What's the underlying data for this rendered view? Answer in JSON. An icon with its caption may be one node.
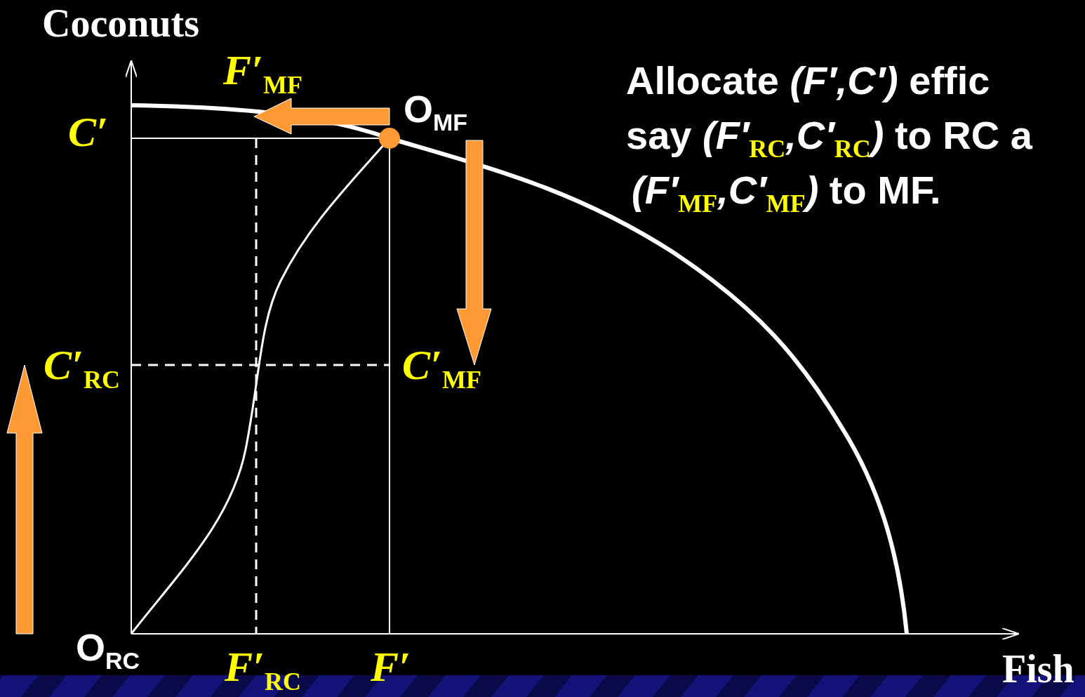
{
  "diagram": {
    "labels": [
      "Coconuts",
      "*F′*$_{MF}$",
      "O$_{MF}$",
      "Allocate *(F′,C′)*  effic",
      "say *(F′*$_{RC}$*,C′*$_{RC}$*)* to RC a",
      "*(F′*$_{MF}$*,C′*$_{MF}$*)* to MF.",
      "*C′*",
      "*C′*$_{RC}$",
      "*C′*$_{MF}$",
      "O$_{RC}$",
      "*F′*$_{RC}$",
      "*F′*",
      "Fish"
    ]
  }
}
